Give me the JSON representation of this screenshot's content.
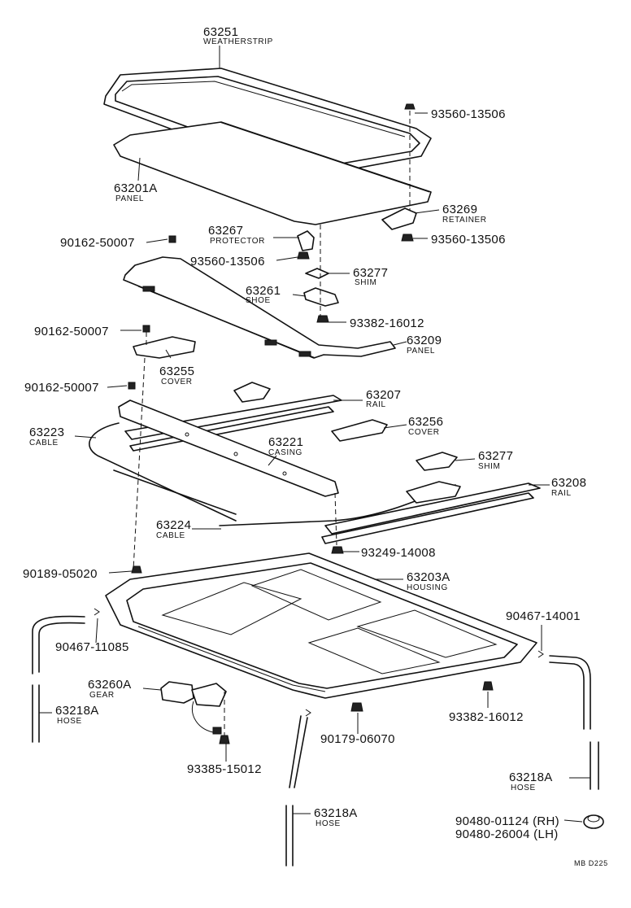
{
  "diagram": {
    "code": "MB D225",
    "callouts": [
      {
        "id": "c1",
        "number": "63251",
        "name": "WEATHERSTRIP"
      },
      {
        "id": "c2",
        "number": "93560-13506",
        "name": ""
      },
      {
        "id": "c3",
        "number": "63201A",
        "name": "PANEL"
      },
      {
        "id": "c4",
        "number": "63269",
        "name": "RETAINER"
      },
      {
        "id": "c5",
        "number": "63267",
        "name": "PROTECTOR"
      },
      {
        "id": "c6",
        "number": "90162-50007",
        "name": ""
      },
      {
        "id": "c7",
        "number": "93560-13506",
        "name": ""
      },
      {
        "id": "c8",
        "number": "93560-13506",
        "name": ""
      },
      {
        "id": "c9",
        "number": "63277",
        "name": "SHIM"
      },
      {
        "id": "c10",
        "number": "63261",
        "name": "SHOE"
      },
      {
        "id": "c11",
        "number": "93382-16012",
        "name": ""
      },
      {
        "id": "c12",
        "number": "90162-50007",
        "name": ""
      },
      {
        "id": "c13",
        "number": "63209",
        "name": "PANEL"
      },
      {
        "id": "c14",
        "number": "63255",
        "name": "COVER"
      },
      {
        "id": "c15",
        "number": "90162-50007",
        "name": ""
      },
      {
        "id": "c16",
        "number": "63207",
        "name": "RAIL"
      },
      {
        "id": "c17",
        "number": "63223",
        "name": "CABLE"
      },
      {
        "id": "c18",
        "number": "63256",
        "name": "COVER"
      },
      {
        "id": "c19",
        "number": "63221",
        "name": "CASING"
      },
      {
        "id": "c20",
        "number": "63277",
        "name": "SHIM"
      },
      {
        "id": "c21",
        "number": "63208",
        "name": "RAIL"
      },
      {
        "id": "c22",
        "number": "63224",
        "name": "CABLE"
      },
      {
        "id": "c23",
        "number": "93249-14008",
        "name": ""
      },
      {
        "id": "c24",
        "number": "90189-05020",
        "name": ""
      },
      {
        "id": "c25",
        "number": "63203A",
        "name": "HOUSING"
      },
      {
        "id": "c26",
        "number": "90467-14001",
        "name": ""
      },
      {
        "id": "c27",
        "number": "90467-11085",
        "name": ""
      },
      {
        "id": "c28",
        "number": "63260A",
        "name": "GEAR"
      },
      {
        "id": "c29",
        "number": "63218A",
        "name": "HOSE"
      },
      {
        "id": "c30",
        "number": "93382-16012",
        "name": ""
      },
      {
        "id": "c31",
        "number": "90179-06070",
        "name": ""
      },
      {
        "id": "c32",
        "number": "93385-15012",
        "name": ""
      },
      {
        "id": "c33",
        "number": "63218A",
        "name": "HOSE"
      },
      {
        "id": "c34",
        "number": "63218A",
        "name": "HOSE"
      },
      {
        "id": "c35",
        "number": "90480-01124 (RH)",
        "name": ""
      },
      {
        "id": "c36",
        "number": "90480-26004 (LH)",
        "name": ""
      }
    ]
  }
}
